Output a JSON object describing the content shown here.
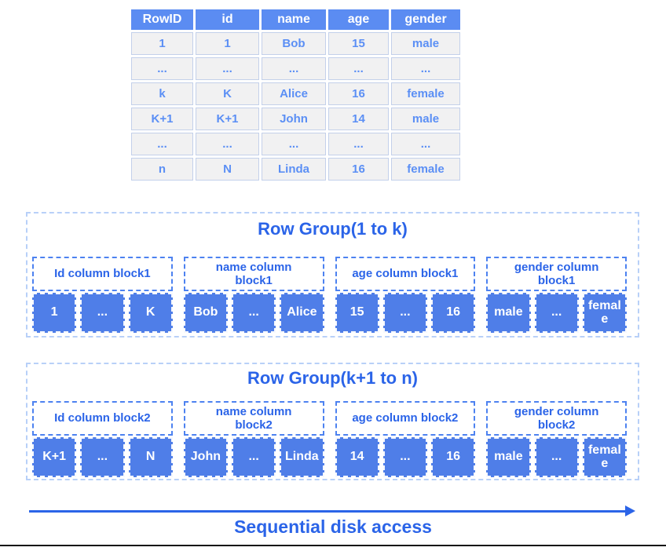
{
  "table": {
    "headers": [
      "RowID",
      "id",
      "name",
      "age",
      "gender"
    ],
    "rows": [
      [
        "1",
        "1",
        "Bob",
        "15",
        "male"
      ],
      [
        "...",
        "...",
        "...",
        "...",
        "..."
      ],
      [
        "k",
        "K",
        "Alice",
        "16",
        "female"
      ],
      [
        "K+1",
        "K+1",
        "John",
        "14",
        "male"
      ],
      [
        "...",
        "...",
        "...",
        "...",
        "..."
      ],
      [
        "n",
        "N",
        "Linda",
        "16",
        "female"
      ]
    ]
  },
  "row_groups": [
    {
      "title": "Row Group(1 to k)",
      "blocks": [
        {
          "label": "Id column block1",
          "cells": [
            "1",
            "...",
            "K"
          ]
        },
        {
          "label": "name column\nblock1",
          "cells": [
            "Bob",
            "...",
            "Alice"
          ]
        },
        {
          "label": "age column block1",
          "cells": [
            "15",
            "...",
            "16"
          ]
        },
        {
          "label": "gender column\nblock1",
          "cells": [
            "male",
            "...",
            "female"
          ]
        }
      ]
    },
    {
      "title": "Row Group(k+1 to n)",
      "blocks": [
        {
          "label": "Id column block2",
          "cells": [
            "K+1",
            "...",
            "N"
          ]
        },
        {
          "label": "name column\nblock2",
          "cells": [
            "John",
            "...",
            "Linda"
          ]
        },
        {
          "label": "age column block2",
          "cells": [
            "14",
            "...",
            "16"
          ]
        },
        {
          "label": "gender column\nblock2",
          "cells": [
            "male",
            "...",
            "female"
          ]
        }
      ]
    }
  ],
  "footer": {
    "arrow_label": "Sequential disk access"
  },
  "colors": {
    "accent_blue": "#2b64e8",
    "block_cell_blue": "#4f7ee8",
    "table_header_blue": "#5b8cf2",
    "table_text_blue": "#5b8ff5",
    "table_cell_bg": "#f1f1f2",
    "dashed_border_blue": "#4d82f0",
    "outer_dashed_blue": "#b8d0f8",
    "bottom_rule_black": "#111111"
  }
}
